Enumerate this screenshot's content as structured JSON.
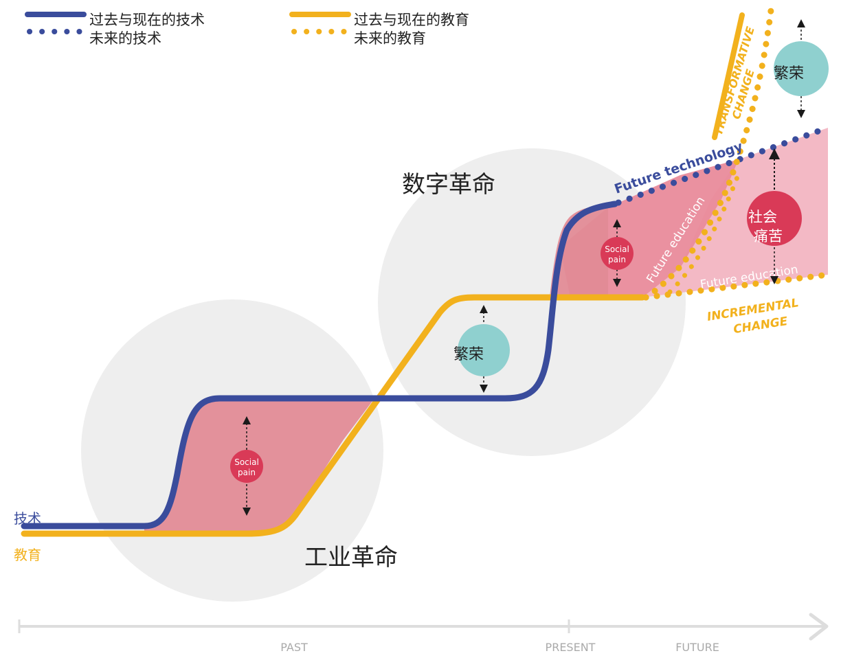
{
  "legend": {
    "tech_past": "过去与现在的技术",
    "tech_future": "未来的技术",
    "edu_past": "过去与现在的教育",
    "edu_future": "未来的教育"
  },
  "colors": {
    "technology": "#3a4c9c",
    "education": "#f2b11d",
    "social_pain_fill": "#e28b96",
    "pain_bubble": "#d93a57",
    "prosperity_bubble": "#8fd0cf",
    "era_circle": "#eeeeee",
    "axis": "#dddddd",
    "axis_text": "#aaaaaa"
  },
  "eras": {
    "industrial": "工业革命",
    "digital": "数字革命"
  },
  "line_labels": {
    "technology": "技术",
    "education": "教育",
    "future_technology": "Future technology",
    "future_education_transformative": "Future education",
    "future_education_incremental": "Future education"
  },
  "change_labels": {
    "transformative": [
      "TRANSFORMATIVE",
      "CHANGE"
    ],
    "incremental": [
      "INCREMENTAL",
      "CHANGE"
    ]
  },
  "bubbles": {
    "social_pain_1": [
      "Social",
      "pain"
    ],
    "social_pain_2": [
      "Social",
      "pain"
    ],
    "social_pain_future": [
      "社会",
      "痛苦"
    ],
    "prosperity_1": "繁荣",
    "prosperity_future": "繁荣"
  },
  "timeline": {
    "past": "PAST",
    "present": "PRESENT",
    "future": "FUTURE"
  }
}
